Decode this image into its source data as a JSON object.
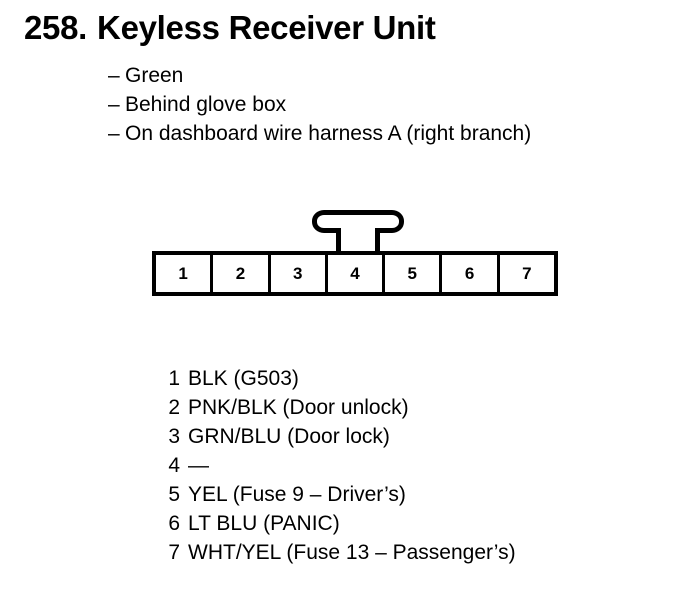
{
  "title": {
    "number": "258.",
    "name": "Keyless Receiver Unit"
  },
  "notes": {
    "dash": "–",
    "items": [
      "Green",
      "Behind glove box",
      "On dashboard wire harness A (right branch)"
    ]
  },
  "connector": {
    "pin_count": 7,
    "cells": [
      "1",
      "2",
      "3",
      "4",
      "5",
      "6",
      "7"
    ],
    "lock_tab_over_pin": "4"
  },
  "pin_list": [
    {
      "pin": "1",
      "desc": "BLK (G503)"
    },
    {
      "pin": "2",
      "desc": "PNK/BLK (Door unlock)"
    },
    {
      "pin": "3",
      "desc": "GRN/BLU (Door lock)"
    },
    {
      "pin": "4",
      "desc": "—"
    },
    {
      "pin": "5",
      "desc": "YEL (Fuse 9 – Driver’s)"
    },
    {
      "pin": "6",
      "desc": "LT BLU (PANIC)"
    },
    {
      "pin": "7",
      "desc": "WHT/YEL (Fuse 13 – Passenger’s)"
    }
  ],
  "colors": {
    "ink": "#000000",
    "paper": "#ffffff"
  }
}
